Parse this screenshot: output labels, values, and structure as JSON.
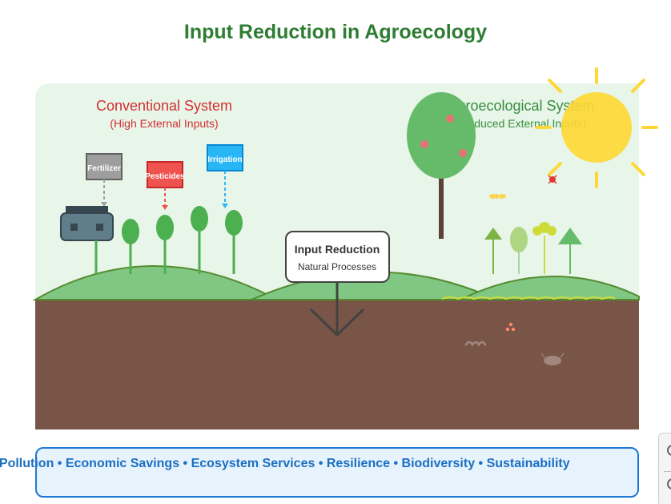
{
  "title": "Input Reduction in Agroecology",
  "conventional": {
    "heading": "Conventional System",
    "subheading": "(High External Inputs)",
    "inputs": {
      "fertilizer": "Fertilizer",
      "pesticides": "Pesticides",
      "irrigation": "Irrigation"
    }
  },
  "agroecological": {
    "heading": "Agroecological System",
    "subheading": "(Reduced External Inputs)"
  },
  "center": {
    "heading": "Input Reduction",
    "subheading": "Natural Processes"
  },
  "benefits": "Benefits: Reduced Pollution • Economic Savings • Ecosystem Services • Resilience • Biodiversity • Sustainability",
  "colors": {
    "title": "#2e7d32",
    "conventional": "#d32f2f",
    "agroecological": "#388e3c",
    "soil": "#795548",
    "sky": "#e8f5e9",
    "hill": "#7dc57f",
    "benefits_text": "#1b6fc2",
    "benefits_border": "#1e78d6"
  },
  "icons": [
    "tractor-icon",
    "sun-icon",
    "fruit-tree-icon",
    "butterfly-icon",
    "ladybug-icon",
    "earthworm-icon",
    "beetle-icon",
    "mushroom-icon"
  ]
}
